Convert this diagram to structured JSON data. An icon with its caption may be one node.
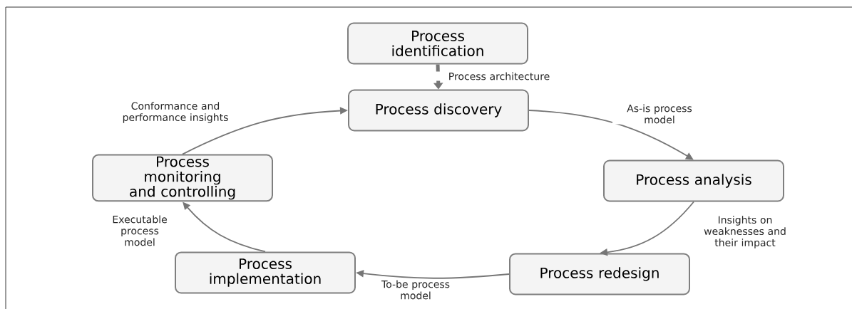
{
  "diagram": {
    "nodes": [
      {
        "text": [
          "Process identification"
        ]
      },
      {
        "text": [
          "Process discovery"
        ]
      },
      {
        "text": [
          "Process analysis"
        ]
      },
      {
        "text": [
          "Process redesign"
        ]
      },
      {
        "text": [
          "Process implementation"
        ]
      },
      {
        "text": [
          "Process monitoring and controlling"
        ]
      }
    ],
    "edges": [
      {
        "from": 0,
        "to": 1,
        "arrow": "to",
        "label": "Process architecture",
        "style": "thick"
      },
      {
        "from": 1,
        "to": 2,
        "arrow": "to",
        "label": "As-is process model"
      },
      {
        "from": 2,
        "to": 3,
        "arrow": "to",
        "label": "Insights on weaknesses and their impact"
      },
      {
        "from": 3,
        "to": 4,
        "arrow": "to",
        "label": "To-be process model"
      },
      {
        "from": 4,
        "to": 5,
        "arrow": "to",
        "label": "Executable process model"
      },
      {
        "from": 5,
        "to": 1,
        "arrow": "to",
        "label": "Conformance and performance insights"
      }
    ]
  }
}
